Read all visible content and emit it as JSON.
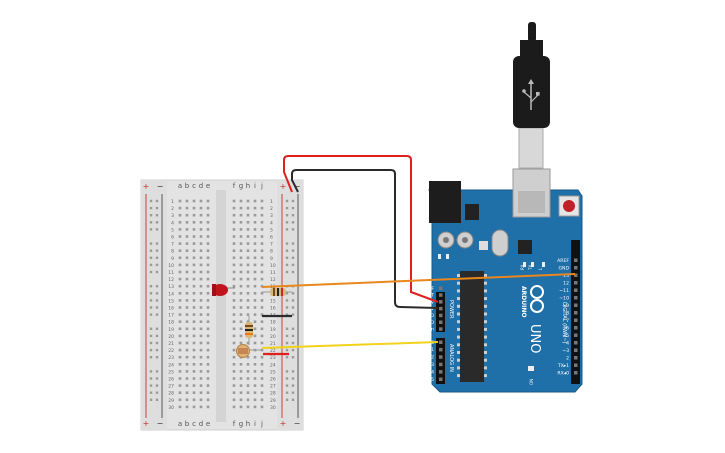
{
  "breadboard": {
    "column_letters_left": [
      "a",
      "b",
      "c",
      "d",
      "e"
    ],
    "column_letters_right": [
      "f",
      "g",
      "h",
      "i",
      "j"
    ],
    "row_count": 30,
    "rail_plus": "+",
    "rail_minus": "−"
  },
  "arduino": {
    "brand": "ARDUINO",
    "model": "UNO",
    "power_header_label": "POWER",
    "power_pins": [
      "IOREF",
      "RESET",
      "3.3V",
      "5V",
      "GND",
      "GND",
      "Vin"
    ],
    "analog_header_label": "ANALOG IN",
    "analog_pins": [
      "A0",
      "A1",
      "A2",
      "A3",
      "A4",
      "A5"
    ],
    "digital_header_label": "DIGITAL (PWM~)",
    "digital_pins": [
      "AREF",
      "GND",
      "13",
      "12",
      "~11",
      "~10",
      "~9",
      "8",
      "7",
      "~6",
      "~5",
      "4",
      "~3",
      "2",
      "TX▸1",
      "RX◂0"
    ],
    "led_labels": [
      "RX",
      "TX",
      "L"
    ],
    "on_label": "ON"
  },
  "colors": {
    "wire_red": "#e01f1f",
    "wire_black": "#2b2b2b",
    "wire_orange": "#e8871e",
    "wire_yellow": "#f2d21b",
    "board_blue": "#1f6fa8",
    "breadboard": "#e6e6e6",
    "led_red": "#c0141c"
  }
}
